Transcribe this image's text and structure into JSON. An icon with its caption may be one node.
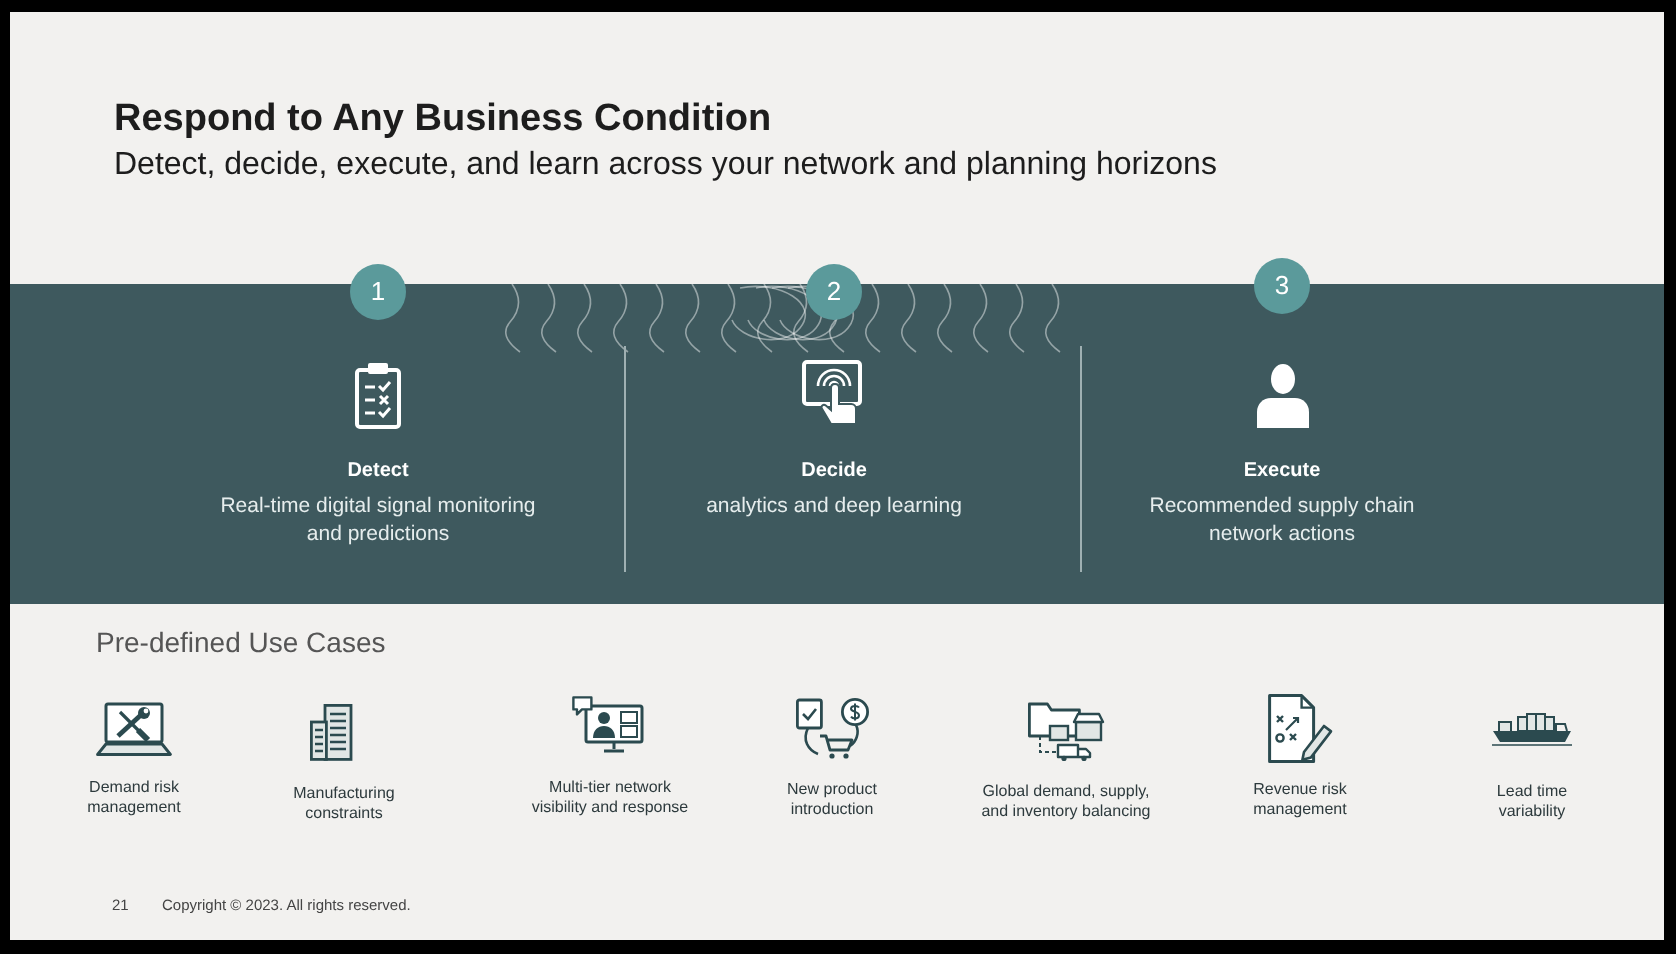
{
  "diagram": {
    "title": "Respond to Any Business Condition",
    "nodes": [
      {
        "text": [
          "Detect",
          "Real-time digital signal monitoring and predictions",
          "Decide",
          "analytics and deep learning",
          "Execute",
          "Recommended supply chain network actions"
        ]
      },
      {
        "text": [
          "1"
        ]
      },
      {
        "text": [
          "2"
        ]
      },
      {
        "text": [
          "3"
        ]
      }
    ],
    "labels": [
      "Detect, decide, execute, and learn across your network and planning horizons",
      "Pre-defined Use Cases",
      "Demand risk management",
      "Manufacturing constraints",
      "Multi-tier network visibility and response",
      "New product introduction",
      "Global demand, supply, and inventory balancing",
      "Revenue risk management",
      "Lead time variability",
      "21",
      "Copyright © 2023. All rights reserved."
    ]
  }
}
